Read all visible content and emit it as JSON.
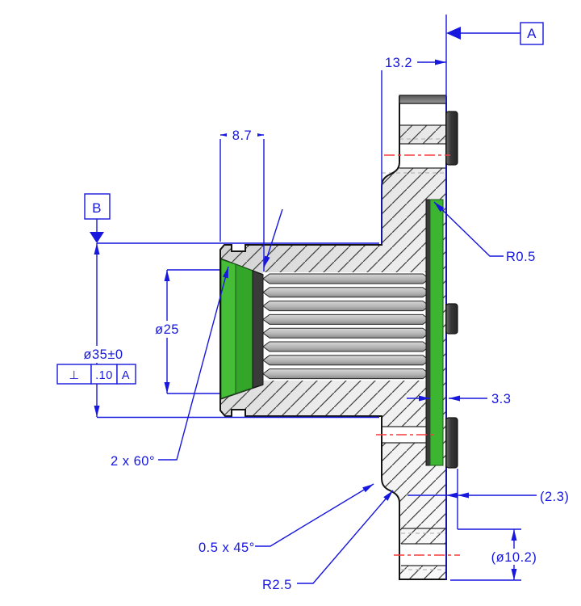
{
  "drawing": {
    "datum_flags": {
      "a": "A",
      "b": "B"
    },
    "dimensions": {
      "flange_width": "13.2",
      "ring_width": "8.7",
      "bore_diameter": "ø25",
      "hub_diameter": "ø35±0",
      "fillet_radius_small": "R0.5",
      "groove_depth": "3.3",
      "spline_chamfer": "2 x 60°",
      "boss_thickness_ref": "(2.3)",
      "corner_chamfer": "0.5 x 45°",
      "fillet_radius_large": "R2.5",
      "hole_diameter_ref": "(ø10.2)"
    },
    "feature_control_frame": {
      "symbol": "⊥",
      "tolerance": ".10",
      "datum": "A"
    },
    "colors": {
      "dimension_blue": "#1717dd",
      "centerline_red": "#f63b3b",
      "highlight_green": "#3cb531",
      "section_body": "#e8e8e8",
      "hatch_line": "#3d3d3d"
    }
  }
}
